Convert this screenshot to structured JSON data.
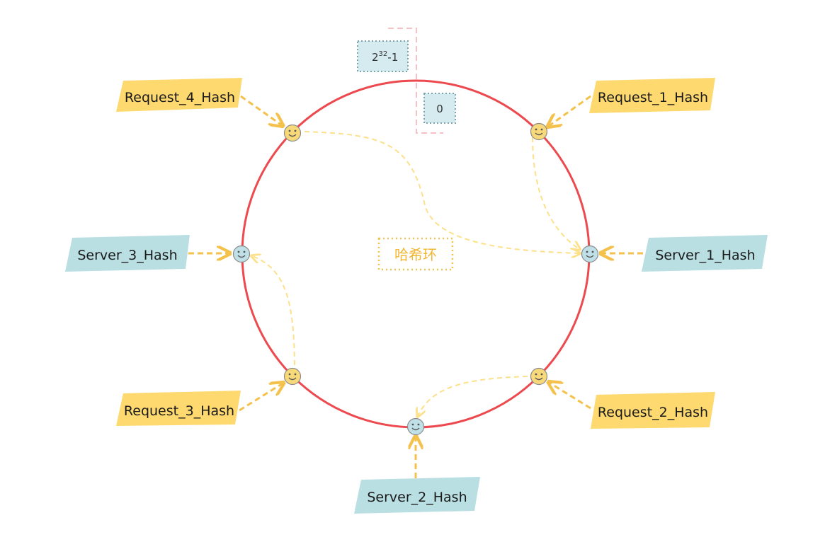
{
  "diagram": {
    "center_label": "哈希环",
    "top_max_label": "2",
    "top_max_exp": "32",
    "top_max_suffix": "-1",
    "top_zero_label": "0",
    "requests": [
      {
        "id": "request-1",
        "label": "Request_1_Hash"
      },
      {
        "id": "request-2",
        "label": "Request_2_Hash"
      },
      {
        "id": "request-3",
        "label": "Request_3_Hash"
      },
      {
        "id": "request-4",
        "label": "Request_4_Hash"
      }
    ],
    "servers": [
      {
        "id": "server-1",
        "label": "Server_1_Hash"
      },
      {
        "id": "server-2",
        "label": "Server_2_Hash"
      },
      {
        "id": "server-3",
        "label": "Server_3_Hash"
      }
    ],
    "colors": {
      "ring": "#ec4a4f",
      "request_tag": "#fdd96f",
      "server_tag": "#b9dfe3",
      "arrow": "#f4c24c",
      "arrow_light": "#fde08a",
      "request_node": "#f8d97a",
      "server_node": "#bfe0e6",
      "range_box": "#d6ebef",
      "range_line": "#f7c0c4"
    },
    "icons": {
      "request_node": "smiley-face-icon",
      "server_node": "smiley-face-icon"
    }
  }
}
